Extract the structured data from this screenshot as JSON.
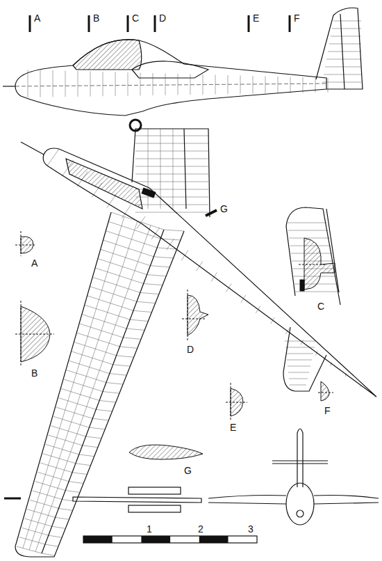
{
  "diagram": {
    "labels": [
      "A",
      "B",
      "C",
      "D",
      "E",
      "F",
      "C",
      "G",
      "A",
      "D",
      "B",
      "E",
      "F",
      "G",
      "1",
      "2",
      "3"
    ]
  }
}
